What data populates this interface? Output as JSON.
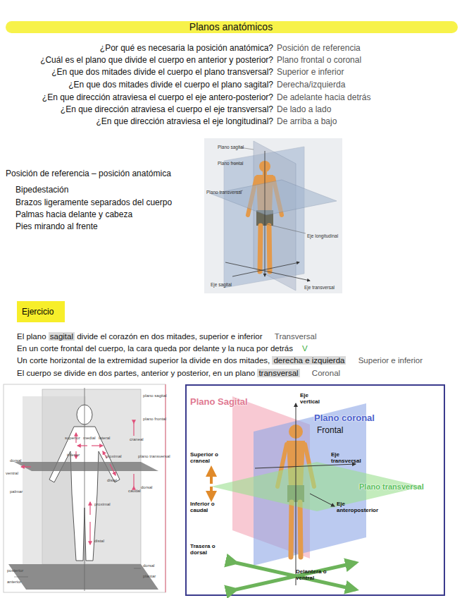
{
  "diagram": {
    "title": "Planos anatómicos",
    "nodes": [
      {
        "text": [
          "Ejercicio"
        ]
      }
    ],
    "labels": [
      "¿Por qué es necesaria la posición anatómica?",
      "Posición de referencia",
      "¿Cuál es el plano que divide el cuerpo en anterior y posterior?",
      "Plano frontal o coronal",
      "¿En que dos mitades divide el cuerpo el plano transversal?",
      "Superior e inferior",
      "¿En que dos mitades divide el cuerpo el plano sagital?",
      "Derecha/izquierda",
      "¿En que dirección atraviesa el cuerpo el eje antero-posterior?",
      "De adelante hacia detrás",
      "¿En que dirección atraviesa el cuerpo el eje transversal?",
      "De lado a lado",
      "¿En que dirección atraviesa el eje longitudinal?",
      "De arriba a bajo",
      "Plano sagital",
      "Plano frontal",
      "Plano transversal",
      "Posición de referencia – posición anatómica",
      "Bipedestación",
      "Brazos ligeramente separados del cuerpo",
      "Palmas hacia delante y cabeza",
      "Pies mirando al frente",
      "Eje longitudinal",
      "Eje sagital",
      "Eje transversal",
      "El plano",
      "sagital",
      "divide el corazón en dos mitades, superior e inferior",
      "Transversal",
      "En un corte frontal del cuerpo, la cara queda por delante y la nuca por detrás",
      "V",
      "Un corte horizontal de la extremidad superior la divide en dos mitades,",
      "derecha e izquierda",
      "Superior e inferior",
      "El cuerpo se divide en dos partes, anterior y posterior, en un plano",
      "transversal",
      "Coronal",
      "plano sagital",
      "plano frontal",
      "superior",
      "medial",
      "lateral",
      "craneal",
      "inferior",
      "plano transversal",
      "dorsal",
      "ventral",
      "proximal",
      "distal",
      "caudal",
      "palmar",
      "dorsal",
      "proximal",
      "distal",
      "dorsal",
      "plantar",
      "posterior",
      "anterior",
      "Plano Sagital",
      "Eje vertical",
      "Plano coronal",
      "Frontal",
      "Superior o craneal",
      "Eje transversal",
      "Plano transversal",
      "Inferior o caudal",
      "Eje anteroposterior",
      "Trasera o dorsal",
      "Delantera o ventral"
    ]
  }
}
